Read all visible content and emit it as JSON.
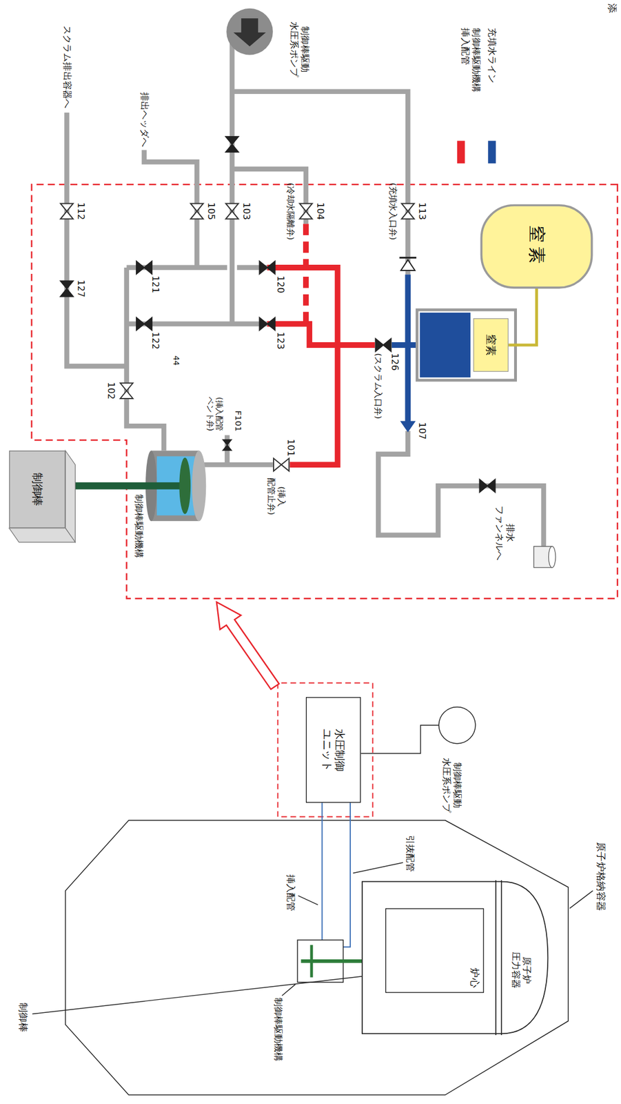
{
  "diagram": {
    "nodes": [
      {
        "text": [
          "窒素"
        ]
      },
      {
        "text": [
          "窒素"
        ]
      },
      {
        "text": [
          "制御棒"
        ]
      },
      {
        "text": [
          "水圧制御 ユニット"
        ]
      },
      {
        "text": [
          "原子炉 圧力容器"
        ]
      },
      {
        "text": [
          "炉心"
        ],
        "in": 4
      }
    ],
    "edges": [
      {
        "from": 0,
        "to": 1,
        "arrow": "none"
      }
    ],
    "labels": [
      "添",
      "スクラム排出容器へ",
      "排出ヘッダへ",
      "制御棒駆動 水圧系ポンプ",
      "112",
      "127",
      "105",
      "103",
      "104",
      "(冷却水隔離弁)",
      "113",
      "(充填水入口弁)",
      "102",
      "121",
      "122",
      "120",
      "123",
      "44",
      "126",
      "(スクラム入口弁)",
      "F101",
      "(挿入配管 ベント弁)",
      "101",
      "(挿入 配管止弁)",
      "107",
      "排水 ファンネルへ",
      "制御棒駆動機構",
      "制御棒駆動 水圧系ポンプ",
      "原子炉格納容器",
      "引抜配管",
      "挿入配管",
      "制御棒駆動機構",
      "制御棒"
    ],
    "legend": [
      {
        "text": "充填水ライン",
        "color": "#1f4e9c"
      },
      {
        "text": "制御棒駆動機構 挿入配管",
        "color": "#e8262d"
      }
    ]
  }
}
